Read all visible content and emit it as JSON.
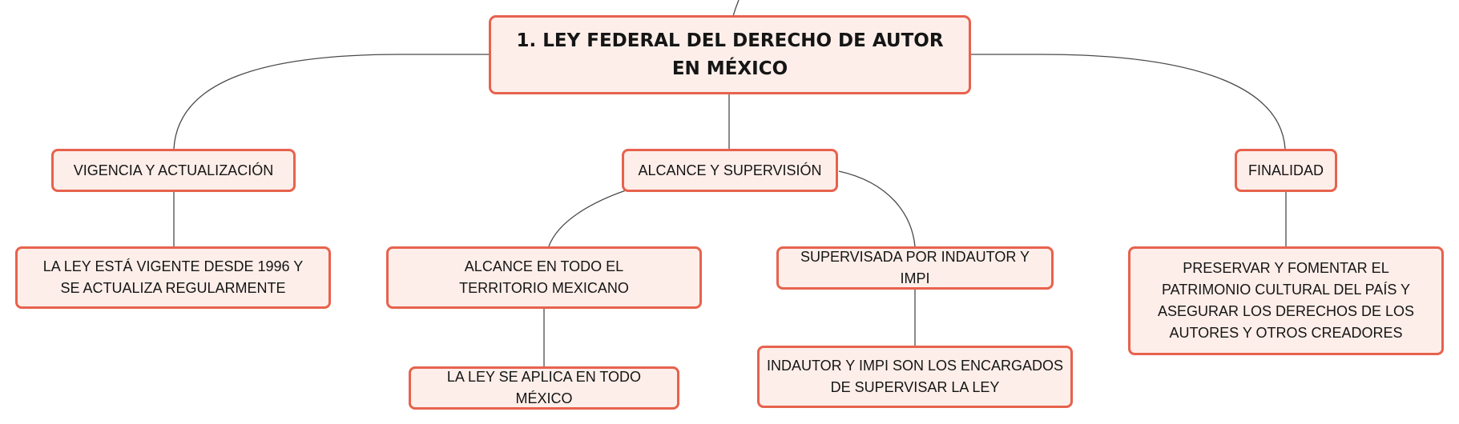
{
  "mindmap": {
    "root": {
      "label": "1. LEY FEDERAL DEL DERECHO DE AUTOR EN MÉXICO"
    },
    "branches": [
      {
        "label": "VIGENCIA Y ACTUALIZACIÓN",
        "children": [
          {
            "label": "LA LEY ESTÁ VIGENTE DESDE 1996 Y SE ACTUALIZA REGULARMENTE"
          }
        ]
      },
      {
        "label": "ALCANCE Y SUPERVISIÓN",
        "children": [
          {
            "label": "ALCANCE EN TODO EL TERRITORIO MEXICANO",
            "children": [
              {
                "label": "LA LEY SE APLICA EN TODO MÉXICO"
              }
            ]
          },
          {
            "label": "SUPERVISADA POR INDAUTOR Y IMPI",
            "children": [
              {
                "label": "INDAUTOR Y IMPI SON LOS ENCARGADOS DE SUPERVISAR LA LEY"
              }
            ]
          }
        ]
      },
      {
        "label": "FINALIDAD",
        "children": [
          {
            "label": "PRESERVAR Y FOMENTAR EL PATRIMONIO CULTURAL DEL PAÍS Y ASEGURAR LOS DERECHOS DE LOS AUTORES Y OTROS CREADORES"
          }
        ]
      }
    ]
  },
  "colors": {
    "node_fill": "#fdeee9",
    "node_border": "#e7624d",
    "connector": "#4a4a4a",
    "text": "#151515"
  }
}
